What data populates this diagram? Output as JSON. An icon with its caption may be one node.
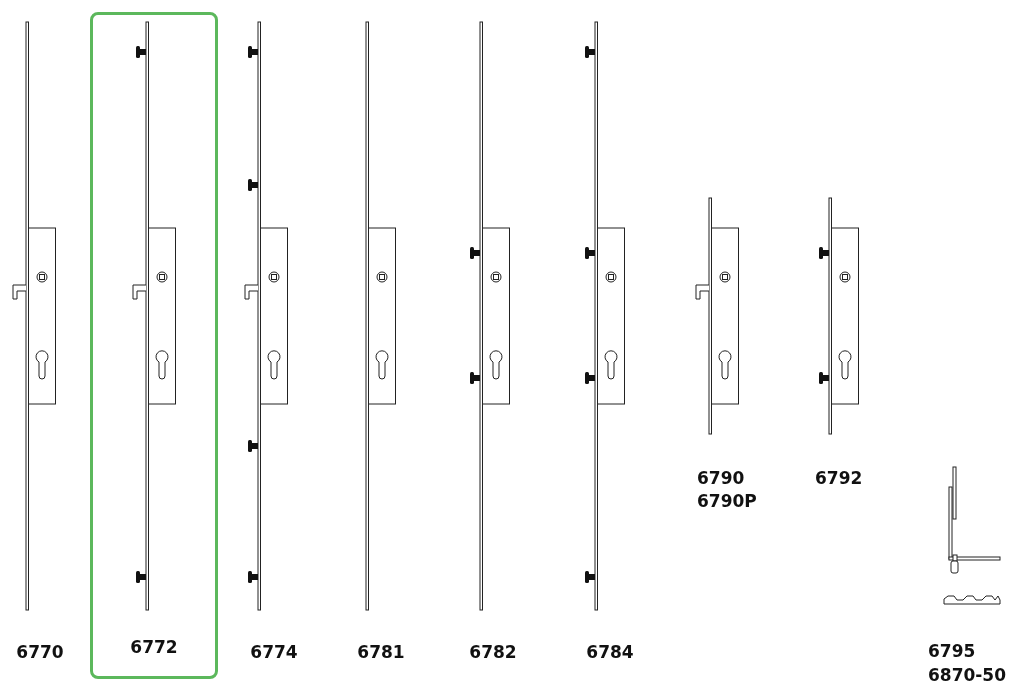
{
  "diagram": {
    "nodes": [
      {
        "text": [
          "6772"
        ]
      }
    ],
    "labels": [
      "6770",
      "6774",
      "6781",
      "6782",
      "6784",
      "6790",
      "6790P",
      "6792",
      "6795",
      "6870-50"
    ]
  }
}
